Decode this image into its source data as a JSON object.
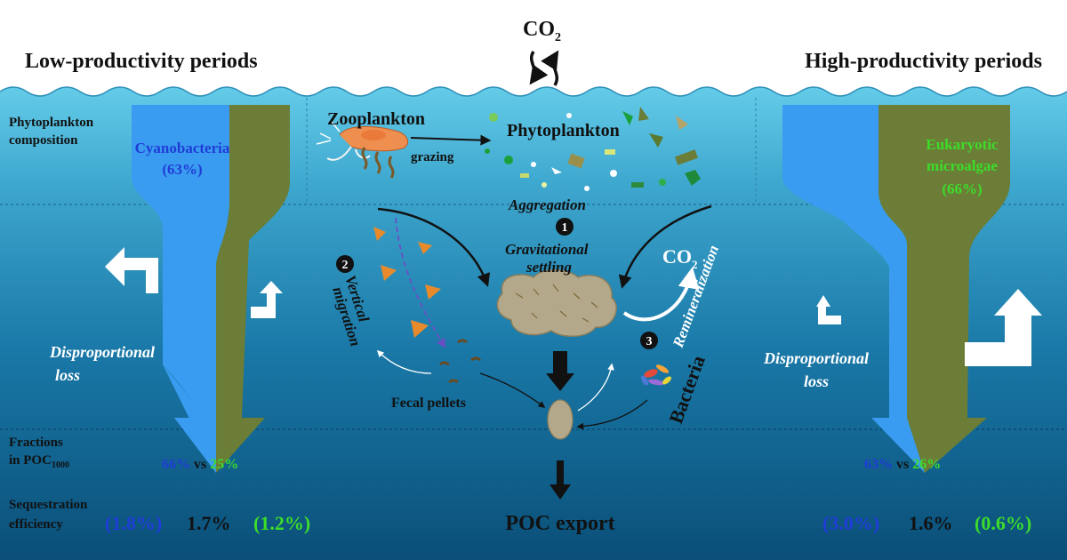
{
  "header": {
    "left_title": "Low-productivity periods",
    "right_title": "High-productivity periods",
    "co2_top": "CO",
    "co2_sub": "2"
  },
  "labels": {
    "phyto_composition_line1": "Phytoplankton",
    "phyto_composition_line2": "composition",
    "fractions_line1": "Fractions",
    "fractions_line2": "in POC",
    "fractions_sub": "1000",
    "sequestration_line1": "Sequestration",
    "sequestration_line2": "efficiency",
    "zooplankton": "Zooplankton",
    "phytoplankton": "Phytoplankton",
    "grazing": "grazing",
    "aggregation": "Aggregation",
    "gravitational_line1": "Gravitational",
    "gravitational_line2": "settling",
    "vertical_line1": "Vertical",
    "vertical_line2": "migration",
    "remineralization": "Remineralization",
    "co2_mid": "CO",
    "co2_mid_sub": "2",
    "fecal_pellets": "Fecal pellets",
    "bacteria": "Bacteria",
    "poc_export": "POC export",
    "marker_1": "1",
    "marker_2": "2",
    "marker_3": "3"
  },
  "left": {
    "group_label": "Cyanobacteria",
    "group_pct": "(63%)",
    "loss_line1": "Disproportional",
    "loss_line2": "loss",
    "frac_blue": "66%",
    "frac_vs": "vs",
    "frac_green": "25%",
    "eff_blue": "(1.8%)",
    "eff_mid": "1.7%",
    "eff_green": "(1.2%)"
  },
  "right": {
    "group_label_line1": "Eukaryotic",
    "group_label_line2": "microalgae",
    "group_pct": "(66%)",
    "loss_line1": "Disproportional",
    "loss_line2": "loss",
    "frac_blue": "63%",
    "frac_vs": "vs",
    "frac_green": "26%",
    "eff_blue": "(3.0%)",
    "eff_mid": "1.6%",
    "eff_green": "(0.6%)"
  },
  "colors": {
    "blue_text": "#1f3dd6",
    "green_text": "#3ddc2a",
    "cyano_blue": "#3a9cf0",
    "eukaryote_green": "#6b7d37",
    "sea_top": "#5cc6e6",
    "sea_deep": "#0b5a85"
  }
}
